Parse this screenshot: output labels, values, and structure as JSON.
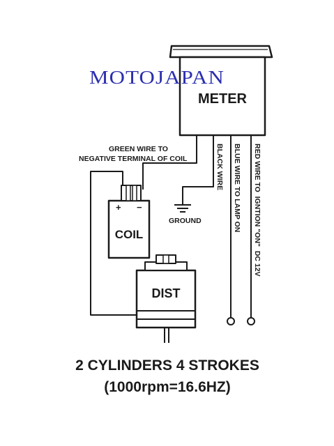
{
  "watermark": "MOTOJAPAN",
  "meter_label": "METER",
  "green_wire_line1": "GREEN WIRE TO",
  "green_wire_line2": "NEGATIVE TERMINAL OF COIL",
  "black_wire": "BLACK WIRE",
  "blue_wire": "BLUE WIRE TO LAMP ON",
  "red_wire": "RED WIRE TO  IGNTION \"ON\"  DC 12V",
  "ground": "GROUND",
  "coil_plus": "+",
  "coil_minus": "−",
  "coil_label": "COIL",
  "dist_label": "DIST",
  "caption_line1": "2 CYLINDERS 4 STROKES",
  "caption_line2": "(1000rpm=16.6HZ)",
  "colors": {
    "ink": "#1a1a1a",
    "watermark": "#2c2fae",
    "background": "#ffffff"
  }
}
